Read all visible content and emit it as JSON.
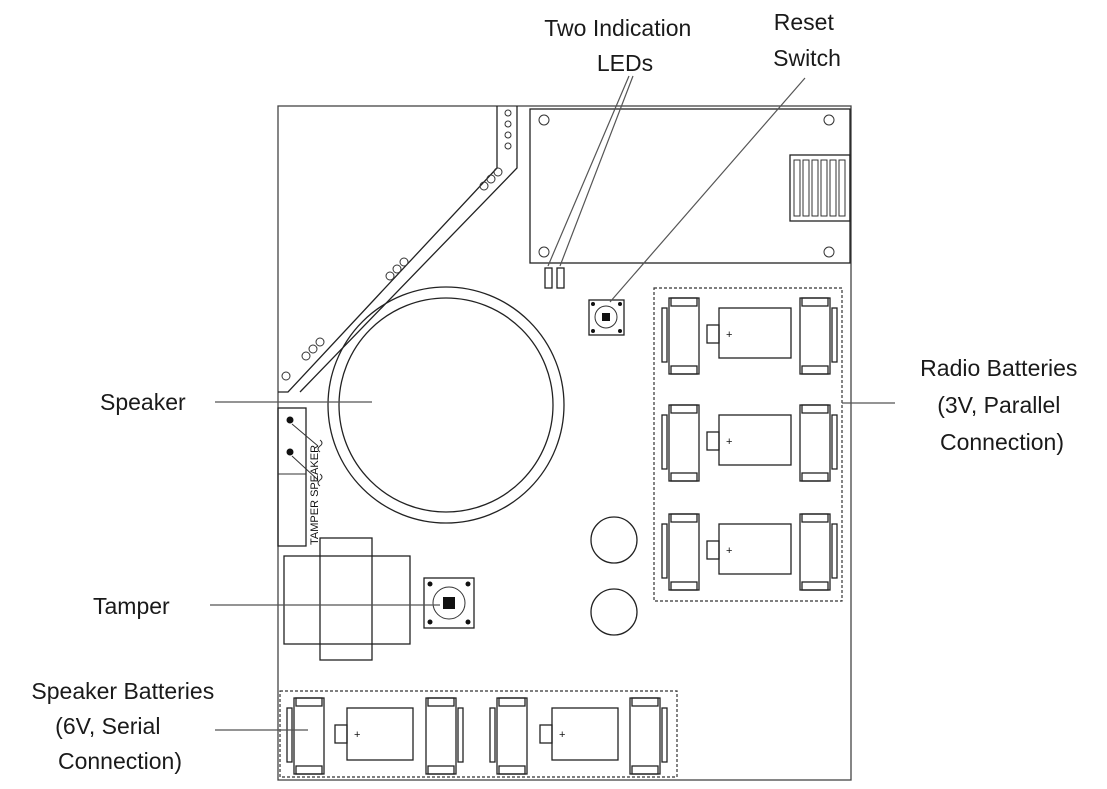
{
  "labels": {
    "leds": [
      "Two Indication",
      "LEDs"
    ],
    "reset": [
      "Reset",
      "Switch"
    ],
    "speaker": [
      "Speaker"
    ],
    "radio_batteries": [
      "Radio Batteries",
      "(3V, Parallel",
      "Connection)"
    ],
    "tamper": [
      "Tamper"
    ],
    "speaker_batteries": [
      "Speaker Batteries",
      "(6V, Serial",
      "Connection)"
    ]
  },
  "board_text": {
    "tamper_speaker": "TAMPER SPEAKER",
    "plus": "+"
  }
}
